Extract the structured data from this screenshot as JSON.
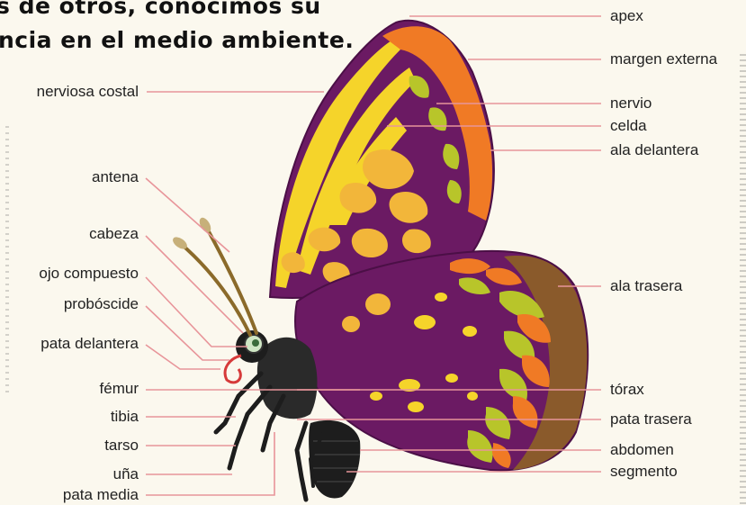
{
  "header": {
    "line1": "s de otros, conocimos su",
    "line2": "ncia en el medio ambiente."
  },
  "labels_left": [
    {
      "key": "nerviosa_costal",
      "text": "nerviosa costal"
    },
    {
      "key": "antena",
      "text": "antena"
    },
    {
      "key": "cabeza",
      "text": "cabeza"
    },
    {
      "key": "ojo_compuesto",
      "text": "ojo compuesto"
    },
    {
      "key": "proboscide",
      "text": "probóscide"
    },
    {
      "key": "pata_delantera",
      "text": "pata delantera"
    },
    {
      "key": "femur",
      "text": "fémur"
    },
    {
      "key": "tibia",
      "text": "tibia"
    },
    {
      "key": "tarso",
      "text": "tarso"
    },
    {
      "key": "una",
      "text": "uña"
    },
    {
      "key": "pata_media",
      "text": "pata media"
    }
  ],
  "labels_right": [
    {
      "key": "apex",
      "text": "apex"
    },
    {
      "key": "margen_externa",
      "text": "margen externa"
    },
    {
      "key": "nervio",
      "text": "nervio"
    },
    {
      "key": "celda",
      "text": "celda"
    },
    {
      "key": "ala_delantera",
      "text": "ala delantera"
    },
    {
      "key": "ala_trasera",
      "text": "ala trasera"
    },
    {
      "key": "torax",
      "text": "tórax"
    },
    {
      "key": "pata_trasera",
      "text": "pata trasera"
    },
    {
      "key": "abdomen",
      "text": "abdomen"
    },
    {
      "key": "segmento",
      "text": "segmento"
    }
  ],
  "colors": {
    "wing_purple": "#6b1a63",
    "wing_orange": "#f07a25",
    "wing_yellow": "#f5d42a",
    "wing_lime": "#b8c52a",
    "hind_margin_brown": "#8a5a2b",
    "body_black": "#1d1d1d",
    "leader_line": "#e8959a"
  }
}
